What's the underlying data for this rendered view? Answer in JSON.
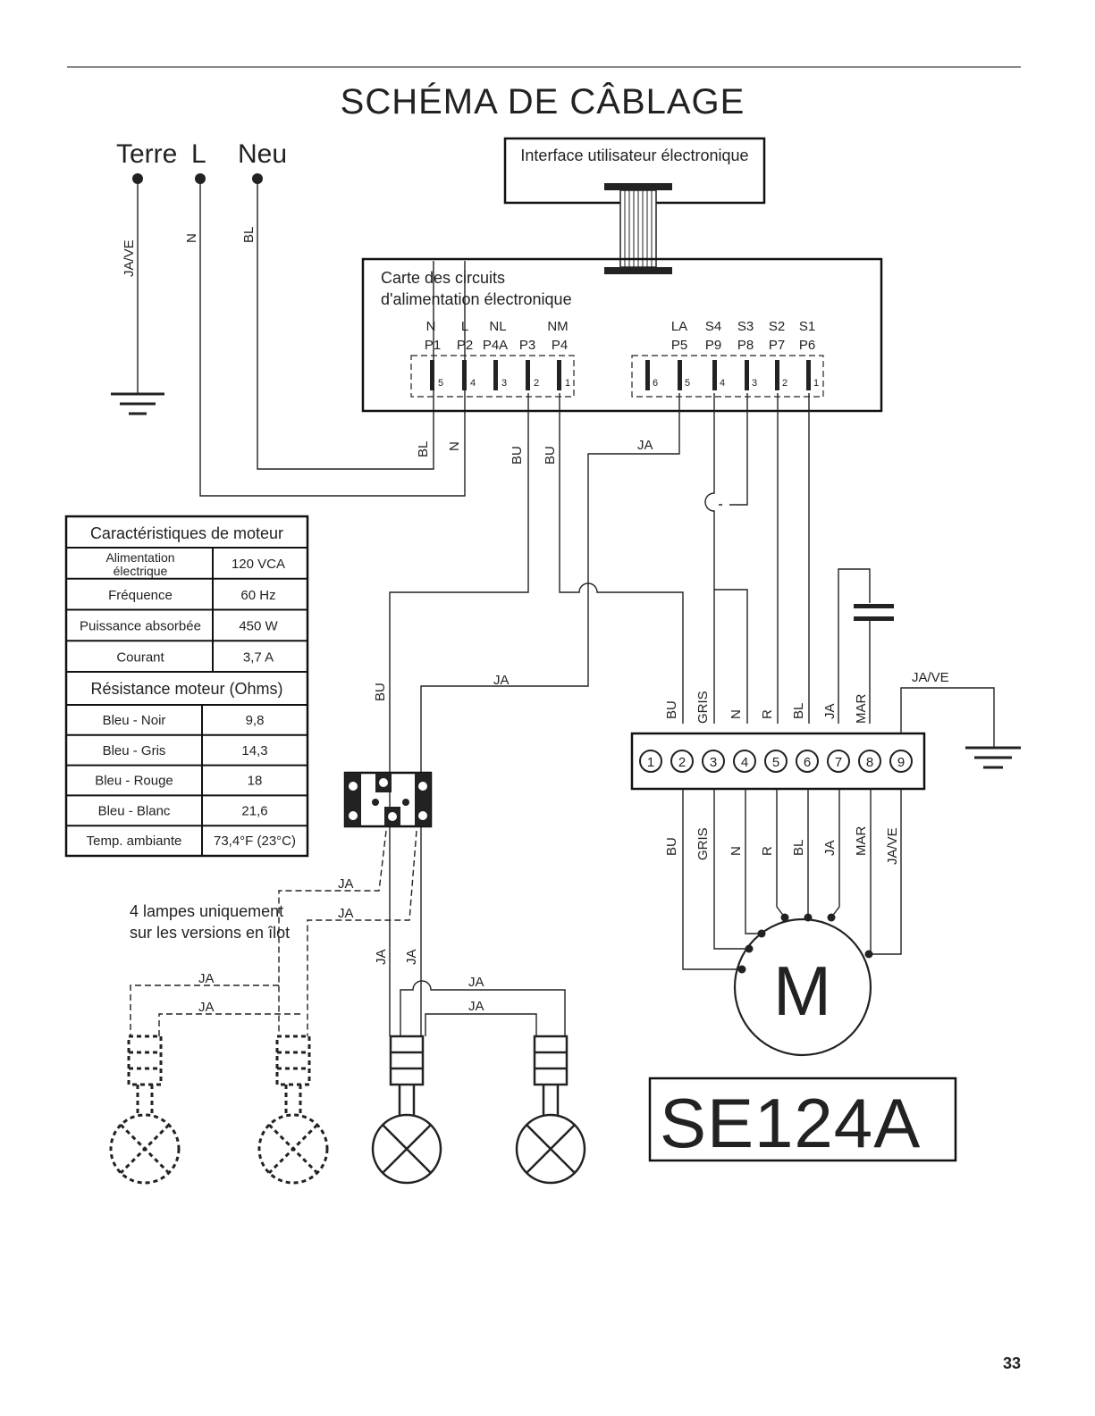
{
  "title": "SCHÉMA DE CÂBLAGE",
  "power_inputs": [
    "Terre",
    "L",
    "Neu"
  ],
  "power_wire_labels": {
    "ground": "JA/VE",
    "line": "N",
    "neutral": "BL"
  },
  "ui_box_label": "Interface utilisateur électronique",
  "board": {
    "line1": "Carte des circuits",
    "line2": "d'alimentation électronique",
    "left_connector": {
      "signals": [
        "N",
        "L",
        "NL",
        "NM"
      ],
      "pins": [
        "P1",
        "P2",
        "P4A",
        "P3",
        "P4"
      ],
      "numbers": [
        "5",
        "4",
        "3",
        "2",
        "1"
      ]
    },
    "right_connector": {
      "signals": [
        "LA",
        "S4",
        "S3",
        "S2",
        "S1"
      ],
      "pins": [
        "P5",
        "P9",
        "P8",
        "P7",
        "P6"
      ],
      "numbers": [
        "6",
        "5",
        "4",
        "3",
        "2",
        "1"
      ]
    }
  },
  "board_wire_labels": {
    "bl": "BL",
    "n": "N",
    "bu1": "BU",
    "bu2": "BU",
    "ja": "JA"
  },
  "motor_table": {
    "header": "Caractéristiques de moteur",
    "rows": [
      {
        "label": "Alimentation électrique",
        "value": "120 VCA"
      },
      {
        "label": "Fréquence",
        "value": "60 Hz"
      },
      {
        "label": "Puissance absorbée",
        "value": "450 W"
      },
      {
        "label": "Courant",
        "value": "3,7 A"
      }
    ],
    "resistance_header": "Résistance moteur (Ohms)",
    "resistance_rows": [
      {
        "label": "Bleu - Noir",
        "value": "9,8"
      },
      {
        "label": "Bleu - Gris",
        "value": "14,3"
      },
      {
        "label": "Bleu - Rouge",
        "value": "18"
      },
      {
        "label": "Bleu - Blanc",
        "value": "21,6"
      },
      {
        "label": "Temp. ambiante",
        "value": "73,4°F (23°C)"
      }
    ]
  },
  "terminal": {
    "top_labels": [
      "BU",
      "GRIS",
      "N",
      "R",
      "BL",
      "JA",
      "MAR"
    ],
    "bottom_labels": [
      "BU",
      "GRIS",
      "N",
      "R",
      "BL",
      "JA",
      "MAR",
      "JA/VE"
    ],
    "numbers": [
      "1",
      "2",
      "3",
      "4",
      "5",
      "6",
      "7",
      "8",
      "9"
    ],
    "ground_label": "JA/VE"
  },
  "wire_labels": {
    "bu_left": "BU",
    "ja_mid": "JA",
    "ja_dashed1": "JA",
    "ja_dashed2": "JA",
    "ja_lamp1": "JA",
    "ja_lamp2": "JA",
    "ja_v1": "JA",
    "ja_v2": "JA",
    "ja_top1": "JA",
    "ja_top2": "JA"
  },
  "lamp_note": [
    "4 lampes uniquement",
    "sur les versions en îlot"
  ],
  "motor_symbol": "M",
  "model": "SE124A",
  "page_number": "33"
}
